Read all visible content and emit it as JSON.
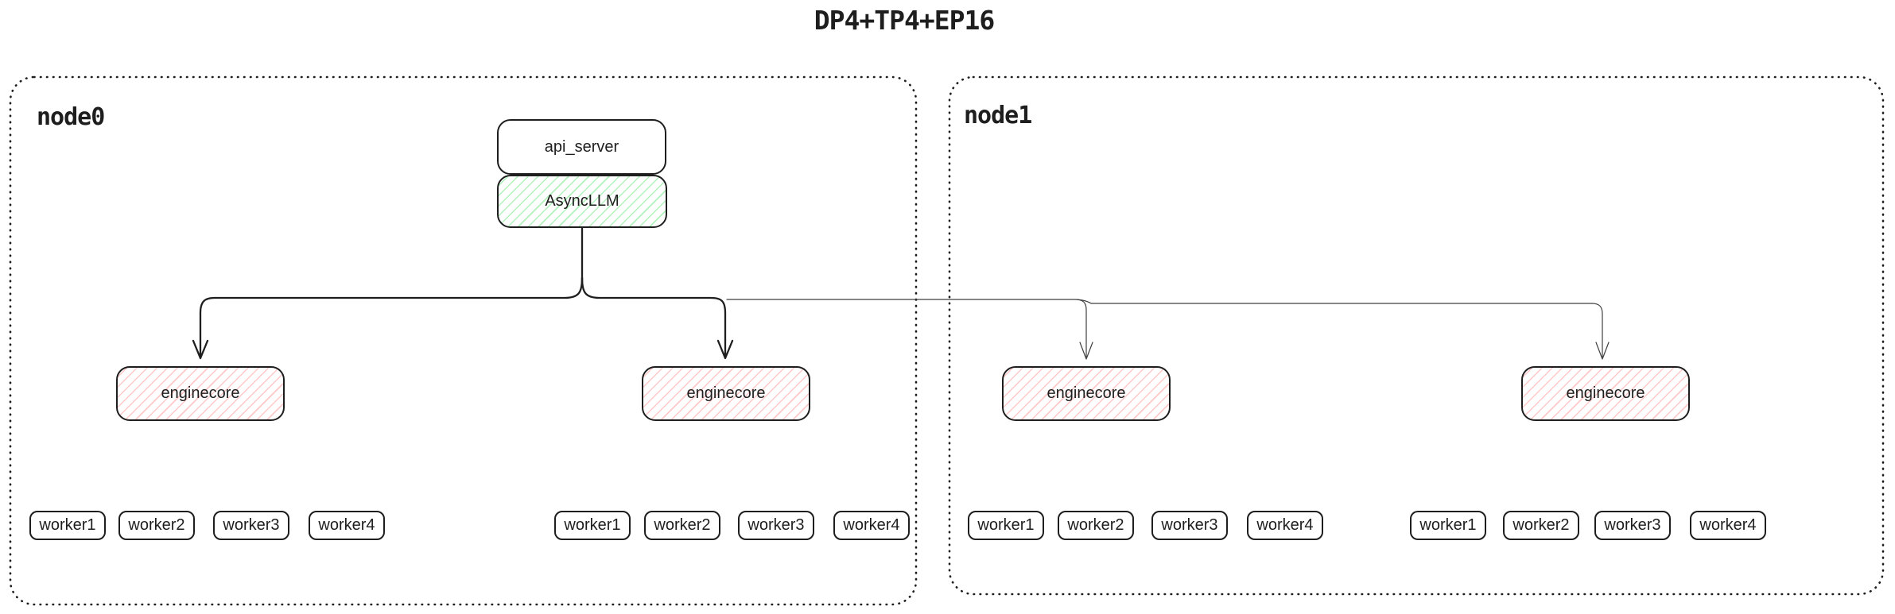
{
  "title": "DP4+TP4+EP16",
  "colors": {
    "stroke": "#1e1e1e",
    "thin_stroke": "#3f3f3f",
    "asyncllm_hatch": "#b2f2bb",
    "enginecore_hatch": "#ffc9c9",
    "background": "#ffffff"
  },
  "node0": {
    "label": "node0",
    "api_server": {
      "label": "api_server"
    },
    "asyncllm": {
      "label": "AsyncLLM"
    },
    "enginecores": [
      {
        "label": "enginecore",
        "workers": [
          "worker1",
          "worker2",
          "worker3",
          "worker4"
        ]
      },
      {
        "label": "enginecore",
        "workers": [
          "worker1",
          "worker2",
          "worker3",
          "worker4"
        ]
      }
    ]
  },
  "node1": {
    "label": "node1",
    "enginecores": [
      {
        "label": "enginecore",
        "workers": [
          "worker1",
          "worker2",
          "worker3",
          "worker4"
        ]
      },
      {
        "label": "enginecore",
        "workers": [
          "worker1",
          "worker2",
          "worker3",
          "worker4"
        ]
      }
    ]
  }
}
